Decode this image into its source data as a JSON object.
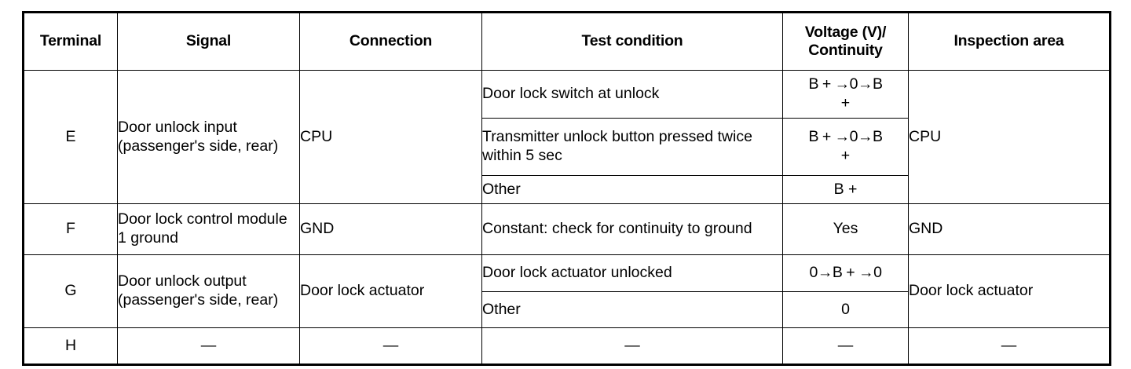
{
  "table": {
    "columns": [
      {
        "key": "terminal",
        "label": "Terminal"
      },
      {
        "key": "signal",
        "label": "Signal"
      },
      {
        "key": "connection",
        "label": "Connection"
      },
      {
        "key": "test",
        "label": "Test condition"
      },
      {
        "key": "voltage",
        "label": "Voltage (V)/\nContinuity",
        "label_line1": "Voltage (V)/",
        "label_line2": "Continuity"
      },
      {
        "key": "inspection",
        "label": "Inspection area"
      }
    ],
    "rows": [
      {
        "terminal": "E",
        "signal": "Door unlock input (passenger's side, rear)",
        "connection": "CPU",
        "inspection": "CPU",
        "conditions": [
          {
            "test": "Door lock switch at unlock",
            "voltage_line1": "B + →0→B",
            "voltage_line2": "+"
          },
          {
            "test": "Transmitter unlock button pressed twice within 5 sec",
            "voltage_line1": "B + →0→B",
            "voltage_line2": "+"
          },
          {
            "test": "Other",
            "voltage_line1": "B +",
            "voltage_line2": ""
          }
        ]
      },
      {
        "terminal": "F",
        "signal": "Door lock control module 1 ground",
        "connection": "GND",
        "inspection": "GND",
        "conditions": [
          {
            "test": "Constant: check for continuity to ground",
            "voltage_line1": "Yes",
            "voltage_line2": ""
          }
        ]
      },
      {
        "terminal": "G",
        "signal": "Door unlock output (passenger's side, rear)",
        "connection": "Door lock actuator",
        "inspection": "Door lock actuator",
        "conditions": [
          {
            "test": "Door lock actuator unlocked",
            "voltage_line1": "0→B + →0",
            "voltage_line2": ""
          },
          {
            "test": "Other",
            "voltage_line1": "0",
            "voltage_line2": ""
          }
        ]
      },
      {
        "terminal": "H",
        "signal": "—",
        "connection": "—",
        "inspection": "—",
        "conditions": [
          {
            "test": "—",
            "voltage_line1": "—",
            "voltage_line2": ""
          }
        ]
      }
    ]
  }
}
